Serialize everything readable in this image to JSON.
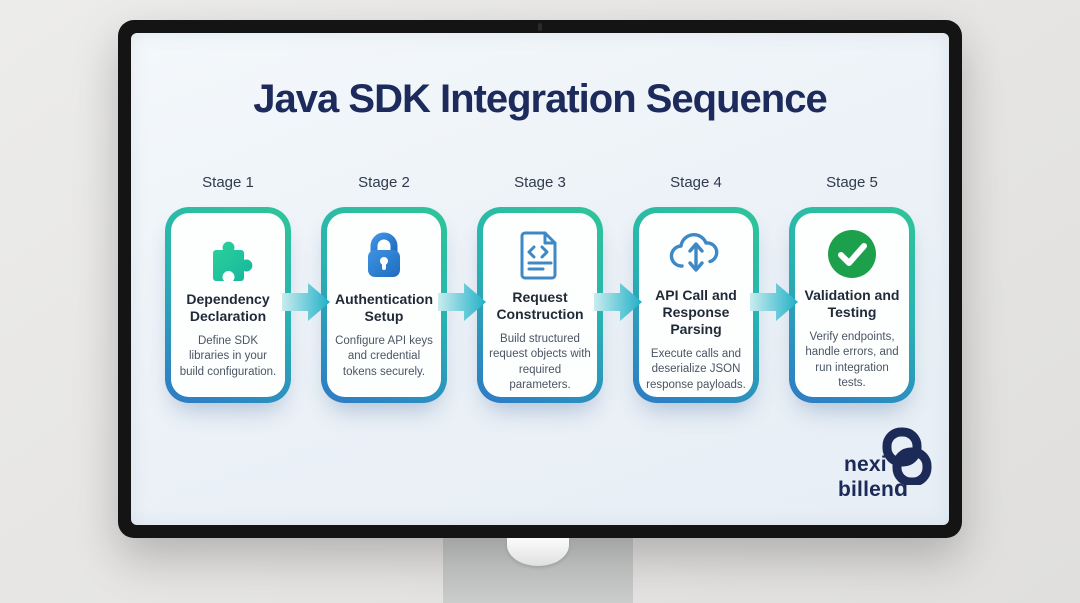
{
  "page": {
    "title": "Java SDK Integration Sequence"
  },
  "stages": [
    {
      "label": "Stage 1",
      "icon": "puzzle-piece-icon",
      "title": "Dependency Declaration",
      "description": "Define SDK libraries in your build configuration."
    },
    {
      "label": "Stage 2",
      "icon": "lock-icon",
      "title": "Authentication Setup",
      "description": "Configure API keys and credential tokens securely."
    },
    {
      "label": "Stage 3",
      "icon": "code-document-icon",
      "title": "Request Construction",
      "description": "Build structured request objects with required parameters."
    },
    {
      "label": "Stage 4",
      "icon": "cloud-sync-icon",
      "title": "API Call and Response Parsing",
      "description": "Execute calls and deserialize JSON response payloads."
    },
    {
      "label": "Stage 5",
      "icon": "check-circle-icon",
      "title": "Validation and Testing",
      "description": "Verify endpoints, handle errors, and run integration tests."
    }
  ],
  "logo": {
    "line1": "nexi",
    "line2": "billen",
    "line2_bold": "d"
  },
  "colors": {
    "title_navy": "#1c2a5c",
    "card_border_green": "#2fc598",
    "card_border_blue": "#2e7ac6",
    "arrow_teal": "#1fb0c6",
    "icon_green": "#1fc39b",
    "icon_blue": "#2b7fd4",
    "icon_outline_blue": "#3e89c5",
    "check_green": "#1da04c",
    "logo_navy": "#1b2a57"
  }
}
